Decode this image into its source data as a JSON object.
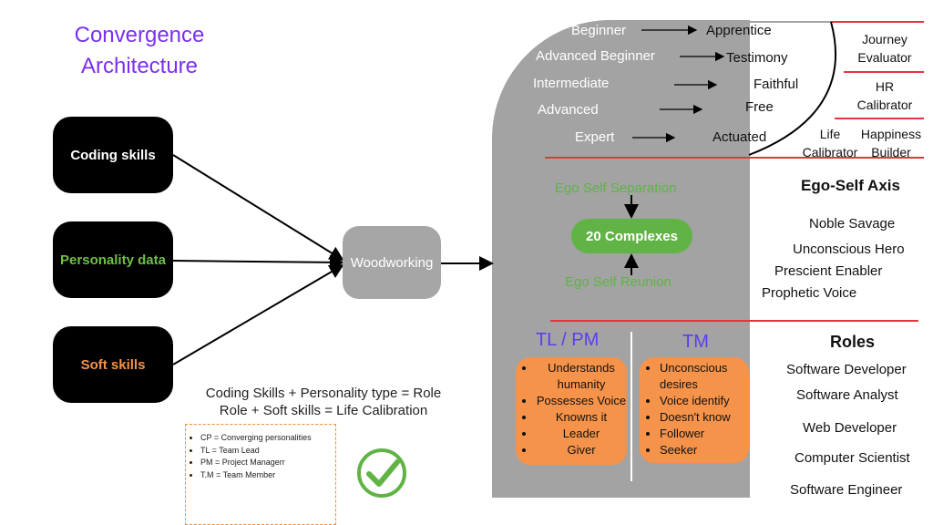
{
  "title": {
    "line1": "Convergence",
    "line2": "Architecture"
  },
  "inputs": {
    "coding": {
      "label": "Coding  skills",
      "color": "#ffffff"
    },
    "personality": {
      "label": "Personality data",
      "color": "#6fbf44"
    },
    "soft": {
      "label": "Soft skills",
      "color": "#f5934a"
    }
  },
  "woodworking": "Woodworking",
  "formula": {
    "line1": "Coding Skills + Personality type = Role",
    "line2": "Role + Soft skills = Life Calibration"
  },
  "legend": [
    "CP = Converging personalities",
    "TL = Team Lead",
    "PM = Project Managerr",
    "T.M = Team Member"
  ],
  "check_icon": "check-circle-icon",
  "stages": {
    "left": [
      "Beginner",
      "Advanced Beginner",
      "Intermediate",
      "Advanced",
      "Expert"
    ],
    "right": [
      "Apprentice",
      "Testimony",
      "Faithful",
      "Free",
      "Actuated"
    ]
  },
  "calibrators": {
    "journey": [
      "Journey",
      "Evaluator"
    ],
    "hr": [
      "HR",
      "Calibrator"
    ],
    "life": [
      "Life",
      "Calibrator"
    ],
    "happiness": [
      "Happiness",
      "Builder"
    ]
  },
  "ego": {
    "separation": "Ego Self Separation",
    "complexes": "20  Complexes",
    "reunion": "Ego Self Reunion"
  },
  "axis": {
    "heading": "Ego-Self Axis",
    "items": [
      "Noble Savage",
      "Unconscious Hero",
      "Prescient Enabler",
      "Prophetic Voice"
    ]
  },
  "tlpm": {
    "heading": "TL / PM",
    "items": [
      "Understands humanity",
      "Possesses Voice",
      "Knowns it",
      "Leader",
      "Giver"
    ]
  },
  "tm": {
    "heading": "TM",
    "items": [
      "Unconscious desires",
      "Voice identify",
      "Doesn't know",
      "Follower",
      "Seeker"
    ]
  },
  "roles": {
    "heading": "Roles",
    "items": [
      "Software Developer",
      "Software Analyst",
      "Web Developer",
      "Computer Scientist",
      "Software Engineer"
    ]
  },
  "colors": {
    "title": "#7b2ff2",
    "gray_panel": "#a3a3a3",
    "red_line": "#e8323c",
    "green": "#61b345",
    "orange": "#f5934a",
    "blue": "#5b3df0"
  }
}
